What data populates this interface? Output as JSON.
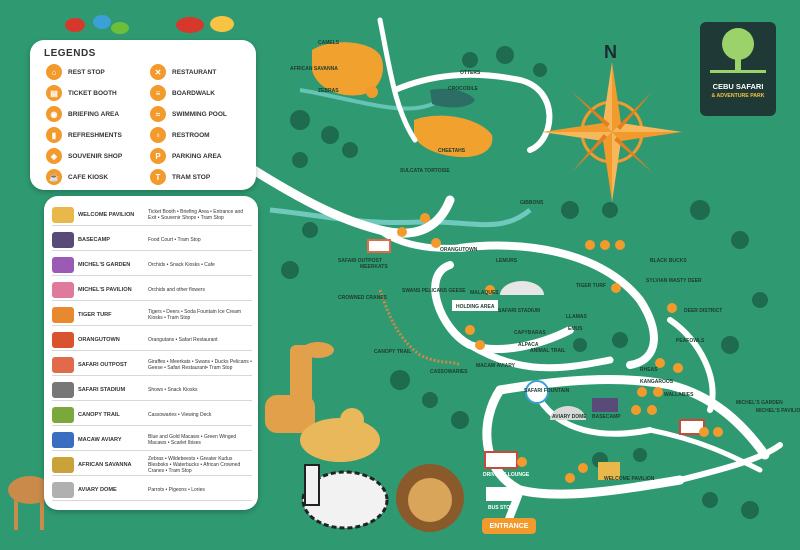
{
  "legend": {
    "title": "LEGENDS",
    "items": [
      {
        "label": "REST STOP",
        "icon": "rest-stop-icon",
        "glyph": "⌂"
      },
      {
        "label": "RESTAURANT",
        "icon": "restaurant-icon",
        "glyph": "✕"
      },
      {
        "label": "TICKET BOOTH",
        "icon": "ticket-booth-icon",
        "glyph": "▤"
      },
      {
        "label": "BOARDWALK",
        "icon": "boardwalk-icon",
        "glyph": "≡"
      },
      {
        "label": "BRIEFING AREA",
        "icon": "briefing-area-icon",
        "glyph": "◉"
      },
      {
        "label": "SWIMMING POOL",
        "icon": "swimming-pool-icon",
        "glyph": "≈"
      },
      {
        "label": "REFRESHMENTS",
        "icon": "refreshments-icon",
        "glyph": "▮"
      },
      {
        "label": "RESTROOM",
        "icon": "restroom-icon",
        "glyph": "♀"
      },
      {
        "label": "SOUVENIR SHOP",
        "icon": "souvenir-shop-icon",
        "glyph": "◈"
      },
      {
        "label": "PARKING AREA",
        "icon": "parking-area-icon",
        "glyph": "P"
      },
      {
        "label": "CAFE KIOSK",
        "icon": "cafe-kiosk-icon",
        "glyph": "☕"
      },
      {
        "label": "TRAM STOP",
        "icon": "tram-stop-icon",
        "glyph": "T"
      }
    ]
  },
  "attractions": [
    {
      "name": "WELCOME PAVILION",
      "desc": "Ticket Booth • Briefing Area • Entrance and Exit • Souvenir Shops • Tram Stop",
      "color": "#e9b84a"
    },
    {
      "name": "BASECAMP",
      "desc": "Food Court • Tram Stop",
      "color": "#5a4a7a"
    },
    {
      "name": "MICHEL'S GARDEN",
      "desc": "Orchids • Snack Kiosks • Cafe",
      "color": "#9b5bb5"
    },
    {
      "name": "MICHEL'S PAVILION",
      "desc": "Orchids and other flowers",
      "color": "#e07a9a"
    },
    {
      "name": "TIGER TURF",
      "desc": "Tigers • Deers • Soda Fountain Ice Cream Kiosks • Tram Stop",
      "color": "#e8892f"
    },
    {
      "name": "ORANGUTOWN",
      "desc": "Orangutans • Safari Restaurant",
      "color": "#d9542e"
    },
    {
      "name": "SAFARI OUTPOST",
      "desc": "Giraffes • Meerkats • Swans • Ducks Pelicans • Geese • Safari Restaurant• Tram Stop",
      "color": "#e06a4a"
    },
    {
      "name": "SAFARI STADIUM",
      "desc": "Shows • Snack Kiosks",
      "color": "#777777"
    },
    {
      "name": "CANOPY TRAIL",
      "desc": "Cassowaries • Viewing Deck",
      "color": "#7aa83a"
    },
    {
      "name": "MACAW AVIARY",
      "desc": "Blue and Gold Macaws • Green Winged Macaws • Scarlet Ibises",
      "color": "#3a6ec0"
    },
    {
      "name": "AFRICAN SAVANNA",
      "desc": "Zebras • Wildebeests • Greater Kudus Blesboks • Waterbucks • African Crowned Cranes • Tram Stop",
      "color": "#c9a23a"
    },
    {
      "name": "AVIARY DOME",
      "desc": "Parrots • Pigeons • Lories",
      "color": "#b0b0b0"
    }
  ],
  "logo": {
    "line1": "CEBU SAFARI",
    "line2": "& ADVENTURE PARK"
  },
  "compass": {
    "north": "N",
    "icon": "compass-rose-icon"
  },
  "entrance": "ENTRANCE",
  "map_labels": [
    {
      "text": "CAMELS",
      "dark": true
    },
    {
      "text": "AFRICAN SAVANNA",
      "dark": true
    },
    {
      "text": "ZEBRAS",
      "dark": true
    },
    {
      "text": "OTTERS",
      "dark": true
    },
    {
      "text": "CROCODILE",
      "dark": true
    },
    {
      "text": "CHEETAHS",
      "dark": true
    },
    {
      "text": "SULCATA TORTOISE",
      "dark": true
    },
    {
      "text": "GIBBONS",
      "dark": true
    },
    {
      "text": "ORANGUTOWN",
      "dark": true
    },
    {
      "text": "LEMURS",
      "dark": true
    },
    {
      "text": "BLACK BUCKS",
      "dark": true
    },
    {
      "text": "SAFARI OUTPOST",
      "dark": true
    },
    {
      "text": "MEERKATS",
      "dark": true
    },
    {
      "text": "CROWNED CRANES",
      "dark": true
    },
    {
      "text": "SWANS PELICANS GEESE",
      "dark": true
    },
    {
      "text": "MALAQUES",
      "dark": true
    },
    {
      "text": "HOLDING AREA",
      "dark": true
    },
    {
      "text": "SAFARI STADIUM",
      "dark": true
    },
    {
      "text": "LLAMAS",
      "dark": true
    },
    {
      "text": "TIGER TURF",
      "dark": true
    },
    {
      "text": "SYLVIAN WASTY DEER",
      "dark": true
    },
    {
      "text": "DEER DISTRICT",
      "dark": true
    },
    {
      "text": "PEAFOWLS",
      "dark": true
    },
    {
      "text": "CAPYBARAS",
      "dark": true
    },
    {
      "text": "EMUS",
      "dark": true
    },
    {
      "text": "ALPACA",
      "dark": true
    },
    {
      "text": "ANIMAL TRAIL",
      "dark": true
    },
    {
      "text": "CANOPY TRAIL",
      "dark": true
    },
    {
      "text": "CASSOWARIES",
      "dark": true
    },
    {
      "text": "MACAW AVIARY",
      "dark": true
    },
    {
      "text": "RHEAS",
      "dark": true
    },
    {
      "text": "KANGAROOS",
      "dark": true
    },
    {
      "text": "WALLABIES",
      "dark": true
    },
    {
      "text": "MICHEL'S GARDEN",
      "dark": true
    },
    {
      "text": "MICHEL'S PAVILION",
      "dark": true
    },
    {
      "text": "SAFARI FOUNTAIN",
      "dark": true
    },
    {
      "text": "AVIARY DOME",
      "dark": true
    },
    {
      "text": "BASECAMP",
      "dark": true
    },
    {
      "text": "DRIVER'S LOUNGE",
      "dark": false
    },
    {
      "text": "WELCOME PAVILION",
      "dark": true
    },
    {
      "text": "BUS STOP",
      "dark": false
    }
  ]
}
